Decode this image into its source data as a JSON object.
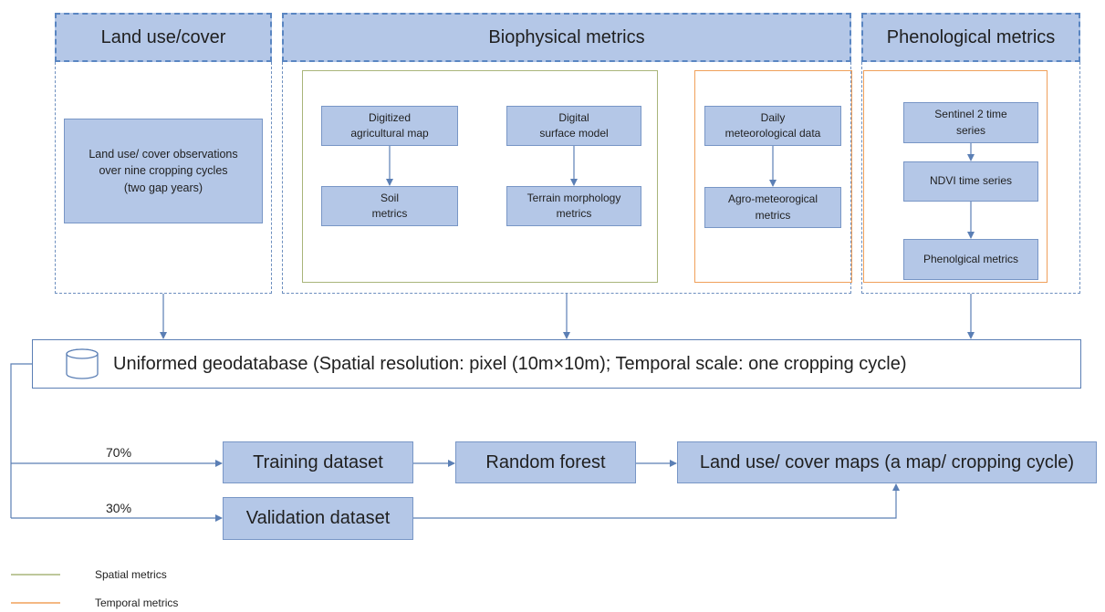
{
  "headers": {
    "land_use": "Land use/cover",
    "biophysical": "Biophysical metrics",
    "phenological": "Phenological metrics"
  },
  "land_use_box": "Land use/ cover observations\nover nine cropping cycles\n(two gap years)",
  "biophysical": {
    "digitized_map": "Digitized\nagricultural map",
    "soil_metrics": "Soil\nmetrics",
    "dsm": "Digital\nsurface model",
    "terrain": "Terrain morphology\nmetrics",
    "daily_met": "Daily\nmeteorological data",
    "agro_met": "Agro-meteorogical\nmetrics"
  },
  "phenological": {
    "sentinel": "Sentinel 2 time\nseries",
    "ndvi": "NDVI time series",
    "phen_metrics": "Phenolgical metrics"
  },
  "geodatabase": "Uniformed geodatabase (Spatial resolution: pixel (10m×10m); Temporal scale: one cropping cycle)",
  "training": "Training dataset",
  "validation": "Validation dataset",
  "random_forest": "Random forest",
  "output_maps": "Land use/ cover maps (a map/ cropping cycle)",
  "split": {
    "train": "70%",
    "validation": "30%"
  },
  "legend": {
    "spatial": "Spatial metrics",
    "temporal": "Temporal metrics"
  },
  "colors": {
    "box_fill": "#b4c7e7",
    "dashed_border": "#6d8fbf",
    "spatial_line": "#a9b57a",
    "temporal_line": "#f0a05a",
    "arrow": "#5b7fb5"
  }
}
